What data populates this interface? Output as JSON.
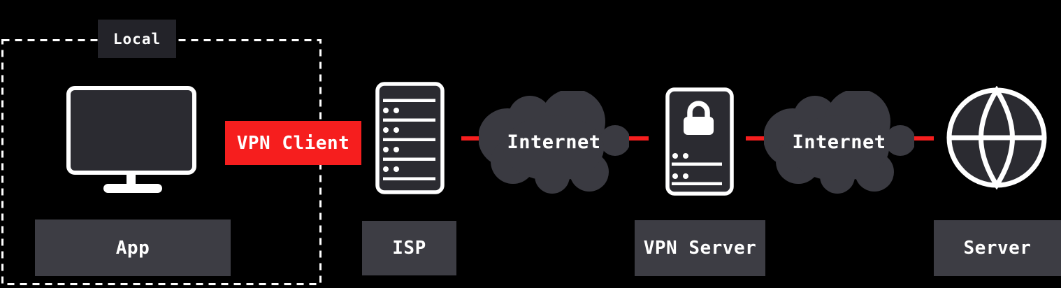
{
  "colors": {
    "background": "#000000",
    "accent_red": "#F61E1E",
    "label_box_gray": "#3D3D44",
    "cloud_gray": "#3A3A41",
    "icon_fill_dark": "#2B2B31",
    "boundary_label_bg": "#232329",
    "text_white": "#FFFFFF"
  },
  "boundary": {
    "label": "Local"
  },
  "nodes": {
    "app": {
      "label": "App"
    },
    "vpn_client": {
      "label": "VPN Client"
    },
    "isp": {
      "label": "ISP"
    },
    "internet1": {
      "label": "Internet"
    },
    "vpn_server": {
      "label": "VPN Server"
    },
    "internet2": {
      "label": "Internet"
    },
    "server": {
      "label": "Server"
    }
  }
}
